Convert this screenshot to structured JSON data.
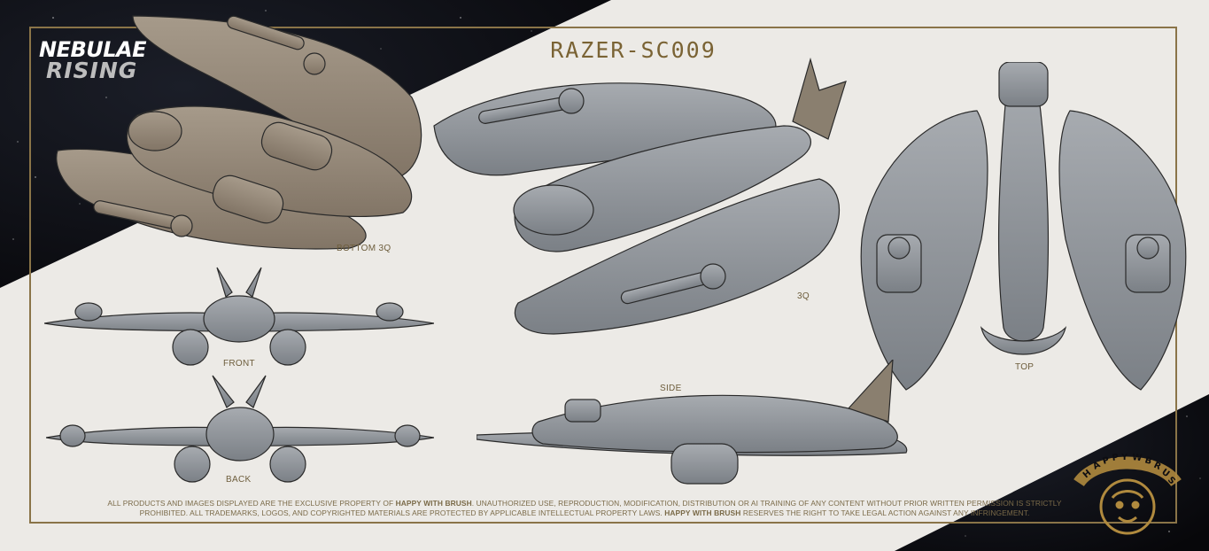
{
  "title": "RAZER-SC009",
  "logo": {
    "line1": "NEBULAE",
    "line2": "RISING"
  },
  "views": {
    "bottom3q": "BOTTOM 3Q",
    "threeq": "3Q",
    "top": "TOP",
    "front": "FRONT",
    "side": "SIDE",
    "back": "BACK"
  },
  "disclaimer": {
    "p1": "ALL PRODUCTS AND IMAGES DISPLAYED ARE THE EXCLUSIVE PROPERTY OF ",
    "b1": "HAPPY WITH BRUSH",
    "p2": ". UNAUTHORIZED USE, REPRODUCTION, MODIFICATION, DISTRIBUTION OR AI TRAINING OF ANY CONTENT WITHOUT PRIOR WRITTEN PERMISSION IS STRICTLY PROHIBITED. ALL TRADEMARKS, LOGOS,  AND COPYRIGHTED MATERIALS ARE PROTECTED BY APPLICABLE INTELLECTUAL PROPERTY LAWS. ",
    "b2": "HAPPY WITH BRUSH",
    "p3": " RESERVES THE RIGHT TO TAKE LEGAL ACTION AGAINST ANY INFRINGEMENT."
  },
  "brand_logo_text": "HAPPY WITH BRUSH",
  "colors": {
    "background": "#eceae6",
    "space": "#0d0d12",
    "frame": "#8a7448",
    "accent": "#7a6334",
    "ship": "#8f9499",
    "brand_gold": "#b08a3e"
  }
}
